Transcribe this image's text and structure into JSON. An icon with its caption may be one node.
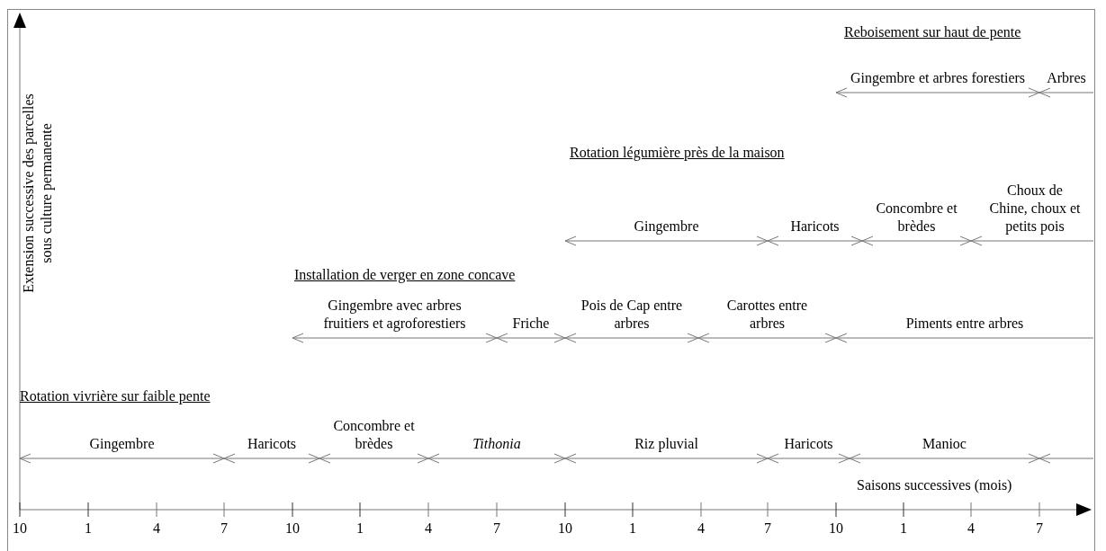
{
  "diagram": {
    "nodes": [
      {
        "text": [
          "Gingembre et arbres forestiers"
        ]
      },
      {
        "text": [
          "Arbres"
        ]
      },
      {
        "text": [
          "Gingembre"
        ]
      },
      {
        "text": [
          "Haricots"
        ]
      },
      {
        "text": [
          "Concombre et brèdes"
        ]
      },
      {
        "text": [
          "Choux de Chine, choux et petits pois"
        ]
      },
      {
        "text": [
          "Gingembre avec arbres fruitiers et agroforestiers"
        ]
      },
      {
        "text": [
          "Friche"
        ]
      },
      {
        "text": [
          "Pois de Cap entre arbres"
        ]
      },
      {
        "text": [
          "Carottes entre arbres"
        ]
      },
      {
        "text": [
          "Piments entre arbres"
        ]
      },
      {
        "text": [
          "Gingembre"
        ]
      },
      {
        "text": [
          "Haricots"
        ]
      },
      {
        "text": [
          "Concombre et brèdes"
        ]
      },
      {
        "text": [
          "Tithonia"
        ]
      },
      {
        "text": [
          "Riz pluvial"
        ]
      },
      {
        "text": [
          "Haricots"
        ]
      },
      {
        "text": [
          "Manioc"
        ]
      }
    ],
    "labels": [
      "Reboisement sur haut de pente",
      "Extension successive des parcelles sous culture permanente",
      "Rotation légumière près de la maison",
      "Installation de verger en zone concave",
      "Rotation vivrière sur faible pente",
      "Saisons successives (mois)",
      "10",
      "1",
      "4",
      "7",
      "10",
      "1",
      "4",
      "7",
      "10",
      "1",
      "4",
      "7",
      "10",
      "1",
      "4",
      "7"
    ]
  }
}
